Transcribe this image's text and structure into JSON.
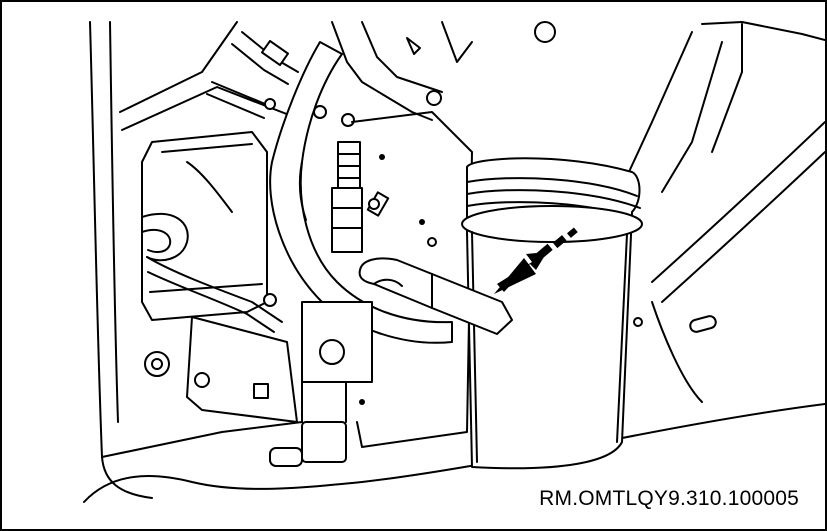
{
  "figure": {
    "reference_code": "RM.OMTLQY9.310.100005",
    "arrow_icon": "dashed-direction-arrow",
    "subject_icon": "release-lever"
  }
}
